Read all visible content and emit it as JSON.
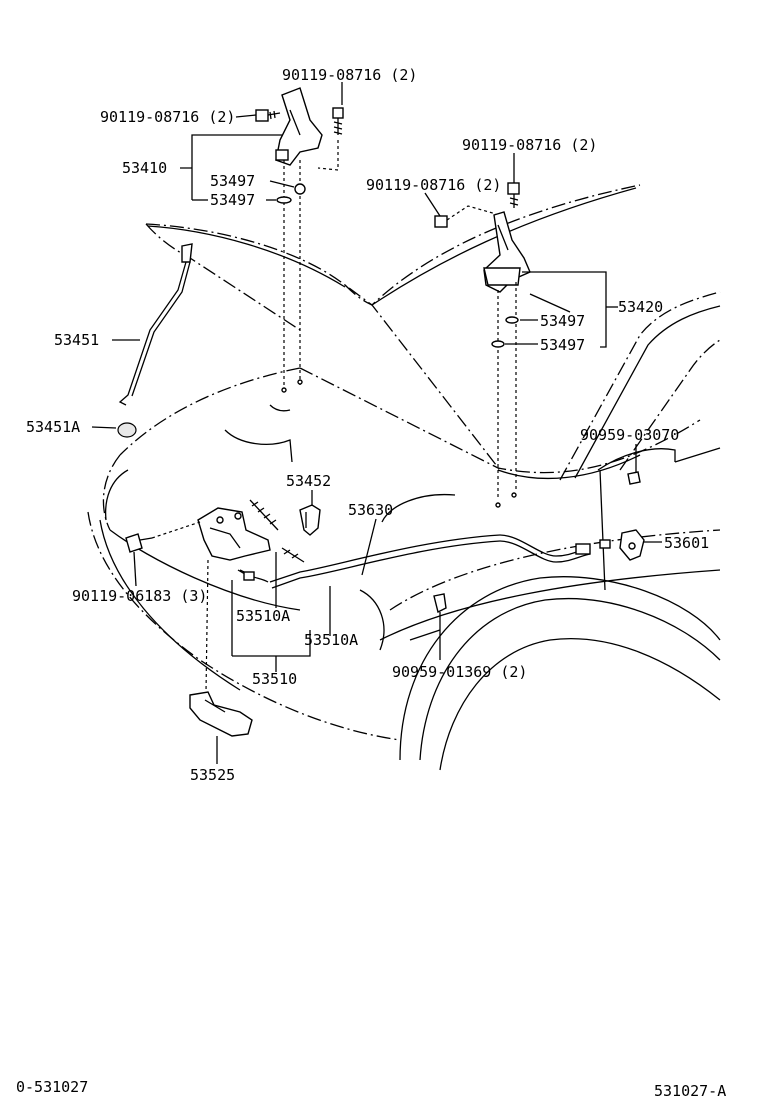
{
  "labels": {
    "bolt_top_hinge_l": "90119-08716 (2)",
    "bolt_side_hinge_l": "90119-08716 (2)",
    "hinge_l": "53410",
    "washer_l1": "53497",
    "washer_l2": "53497",
    "bolt_top_hinge_r": "90119-08716 (2)",
    "bolt_side_hinge_r": "90119-08716 (2)",
    "hinge_r": "53420",
    "washer_r1": "53497",
    "washer_r2": "53497",
    "hood_support_rod": "53451",
    "rod_holder": "53451A",
    "screw_fender": "90959-03070",
    "bracket_latch": "53452",
    "release_cable": "53630",
    "release_lever": "53601",
    "bolt_latch": "90119-06183 (3)",
    "lock_sub_a1": "53510A",
    "lock_sub_a2": "53510A",
    "hood_lock": "53510",
    "clip_cable": "90959-01369 (2)",
    "catch_assy": "53525"
  },
  "footer": {
    "left_code": "0-531027",
    "right_code": "531027-A"
  }
}
